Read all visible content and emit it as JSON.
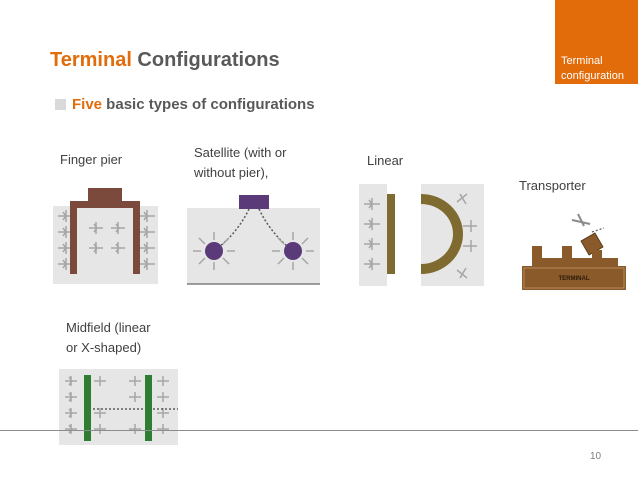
{
  "side_tag": {
    "line1": "Terminal",
    "line2": "configuration",
    "color": "#e36c0a"
  },
  "title": {
    "accent": "Terminal",
    "rest": " Configurations"
  },
  "bullet": {
    "accent": "Five",
    "rest": " basic types of configurations"
  },
  "configs": [
    {
      "label": "Finger pier"
    },
    {
      "label_line1": "Satellite (with or",
      "label_line2": "without pier),"
    },
    {
      "label": "Linear"
    },
    {
      "label": "Transporter",
      "terminal_text": "TERMINAL"
    },
    {
      "label_line1": "Midfield (linear",
      "label_line2": "or X-shaped)"
    }
  ],
  "page_number": "10"
}
